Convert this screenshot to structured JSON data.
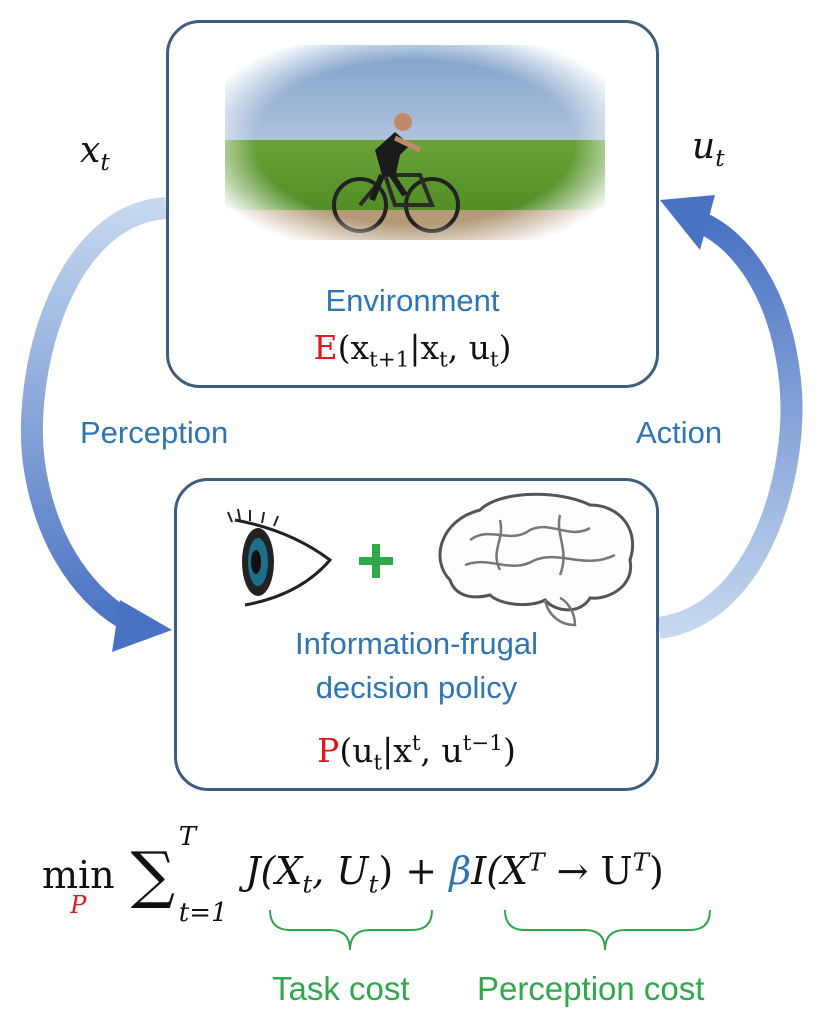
{
  "environment": {
    "title": "Environment",
    "eq_func": "E",
    "eq_body_open": "(x",
    "eq_sub1": "t+1",
    "eq_mid": "|x",
    "eq_sub2": "t",
    "eq_mid2": ", u",
    "eq_sub3": "t",
    "eq_close": ")"
  },
  "policy": {
    "title_line1": "Information-frugal",
    "title_line2": "decision policy",
    "eq_func": "P",
    "eq_open": "(u",
    "eq_sub1": "t",
    "eq_mid": "|x",
    "eq_sup1": "t",
    "eq_mid2": ", u",
    "eq_sup2": "t−1",
    "eq_close": ")",
    "plus": "+"
  },
  "arrows": {
    "perception": "Perception",
    "action": "Action",
    "x_var": "x",
    "x_sub": "t",
    "u_var": "u",
    "u_sub": "t"
  },
  "objective": {
    "min": "min",
    "min_under": "P",
    "sum_sup": "T",
    "sum_sub": "t=1",
    "j_term": "J(X",
    "j_sub1": "t",
    "j_mid": ", U",
    "j_sub2": "t",
    "j_close": ") +",
    "beta": "β",
    "i_term": "I(X",
    "i_sup1": "T",
    "i_arrow": " → U",
    "i_sup2": "T",
    "i_close": ")"
  },
  "costs": {
    "task": "Task cost",
    "perception": "Perception cost"
  },
  "colors": {
    "box_border": "#3f5d7f",
    "label_blue": "#2e75b6",
    "red": "#e0191c",
    "green": "#2ea84a"
  }
}
